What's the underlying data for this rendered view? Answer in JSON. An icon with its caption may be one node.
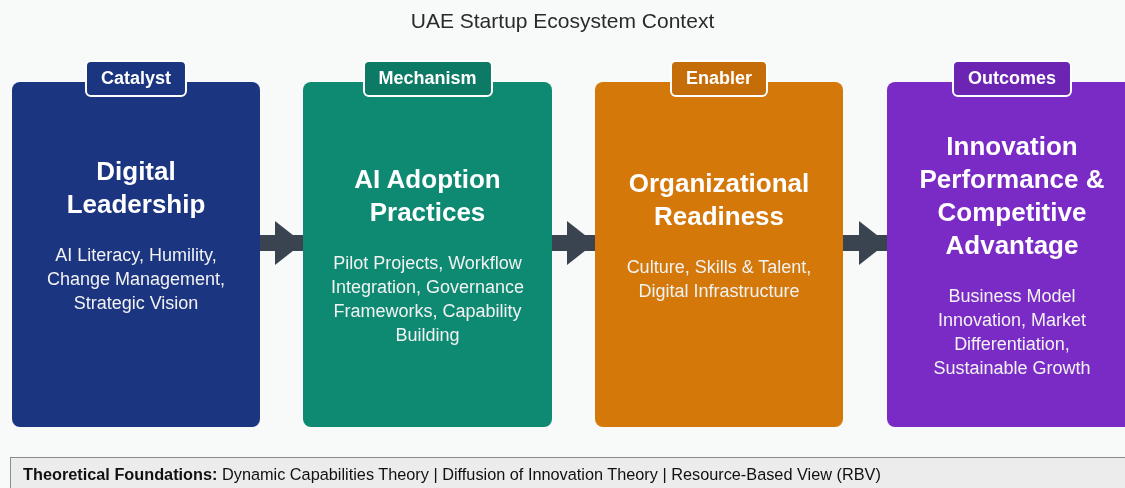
{
  "diagram": {
    "title": "UAE Startup Ecosystem Context",
    "nodes": [
      {
        "text": [
          "Catalyst",
          "Digital Leadership",
          "AI Literacy, Humility, Change Management, Strategic Vision"
        ]
      },
      {
        "text": [
          "Mechanism",
          "AI Adoption Practices",
          "Pilot Projects, Workflow Integration, Governance Frameworks, Capability Building"
        ]
      },
      {
        "text": [
          "Enabler",
          "Organizational Readiness",
          "Culture, Skills & Talent, Digital Infrastructure"
        ]
      },
      {
        "text": [
          "Outcomes",
          "Innovation Performance & Competitive Advantage",
          "Business Model Innovation, Market Differentiation, Sustainable Growth"
        ]
      },
      {
        "text": [
          "**Theoretical Foundations:** Dynamic Capabilities Theory | Diffusion of Innovation Theory | Resource-Based View (RBV)"
        ]
      }
    ],
    "edges": [
      {
        "from": 0,
        "to": 1,
        "arrow": "to"
      },
      {
        "from": 1,
        "to": 2,
        "arrow": "to"
      },
      {
        "from": 2,
        "to": 3,
        "arrow": "to"
      }
    ]
  }
}
